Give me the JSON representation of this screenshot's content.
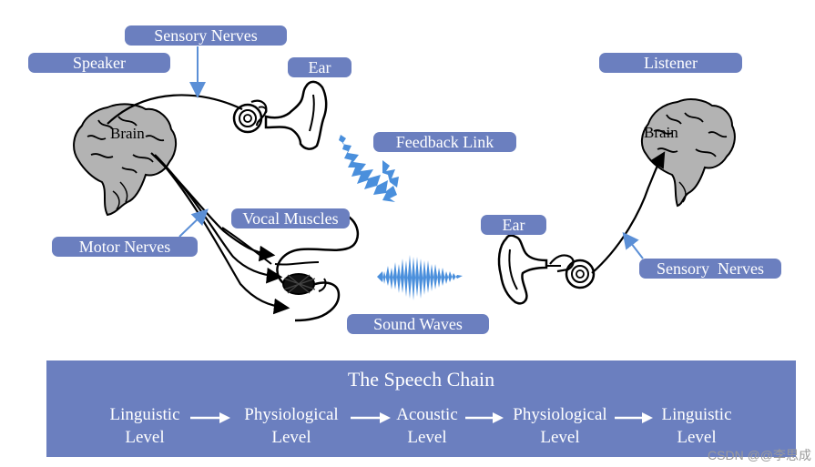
{
  "labels": {
    "speaker": "Speaker",
    "sensory_nerves_top": "Sensory Nerves",
    "ear_top": "Ear",
    "listener": "Listener",
    "feedback_link": "Feedback Link",
    "vocal_muscles": "Vocal Muscles",
    "motor_nerves": "Motor Nerves",
    "ear_right": "Ear",
    "sensory_nerves_right": "Sensory  Nerves",
    "sound_waves": "Sound Waves",
    "brain_left": "Brain",
    "brain_right": "Brain"
  },
  "speech_chain": {
    "title": "The Speech Chain",
    "levels": [
      {
        "line1": "Linguistic",
        "line2": "Level"
      },
      {
        "line1": "Physiological",
        "line2": "Level"
      },
      {
        "line1": "Acoustic",
        "line2": "Level"
      },
      {
        "line1": "Physiological",
        "line2": "Level"
      },
      {
        "line1": "Linguistic",
        "line2": "Level"
      }
    ]
  },
  "watermark": "CSDN @@李思成",
  "colors": {
    "label_fill": "#6b7fbf",
    "brain_fill": "#b3b3b3",
    "wave_fill": "#4a8fdc",
    "pointer_arrow": "#5b8fd6"
  }
}
